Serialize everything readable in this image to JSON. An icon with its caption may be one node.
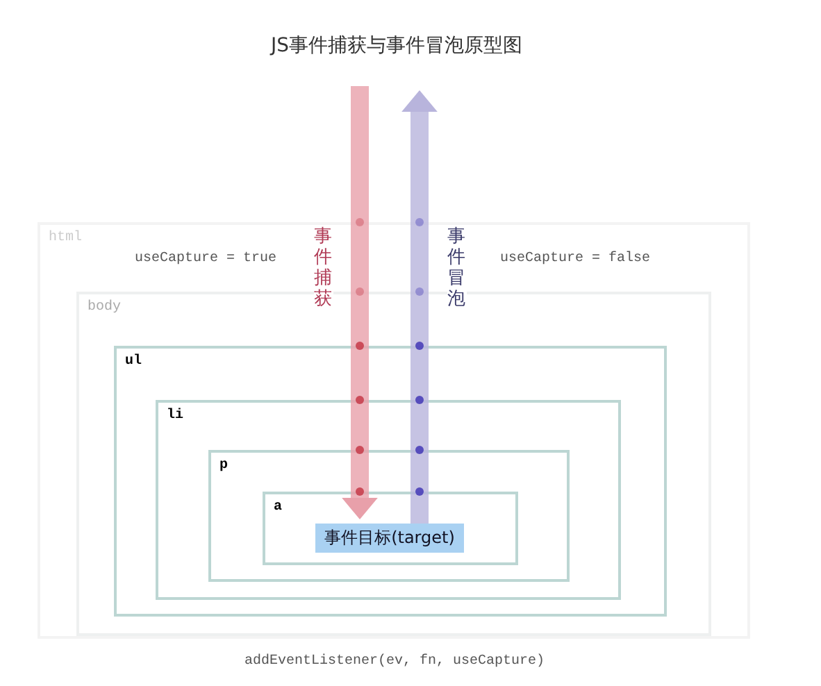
{
  "diagram": {
    "title": "JS事件捕获与事件冒泡原型图",
    "nodes": [
      {
        "text": [
          "html"
        ]
      },
      {
        "text": [
          "body"
        ],
        "in": 0
      },
      {
        "text": [
          "ul"
        ],
        "in": 1
      },
      {
        "text": [
          "li"
        ],
        "in": 2
      },
      {
        "text": [
          "p"
        ],
        "in": 3
      },
      {
        "text": [
          "a"
        ],
        "in": 4
      },
      {
        "text": [
          "事件目标(target)"
        ],
        "in": 5
      }
    ],
    "edges": [
      {
        "from": null,
        "to": 6,
        "arrow": "to",
        "label": "事件捕获",
        "color": "#e8a0aa"
      },
      {
        "from": 6,
        "to": null,
        "arrow": "to",
        "label": "事件冒泡",
        "color": "#b8b4dc"
      }
    ],
    "labels": [
      "useCapture = true",
      "useCapture = false",
      "addEventListener(ev, fn, useCapture)"
    ]
  }
}
